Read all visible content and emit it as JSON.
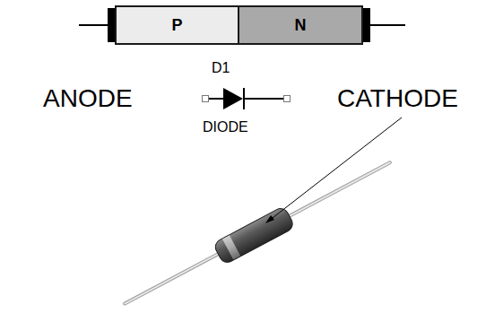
{
  "diagram": {
    "nodes": [
      {
        "text": [
          "P"
        ]
      },
      {
        "text": [
          "N"
        ]
      }
    ],
    "labels": [
      "D1",
      "ANODE",
      "DIODE",
      "CATHODE"
    ]
  }
}
